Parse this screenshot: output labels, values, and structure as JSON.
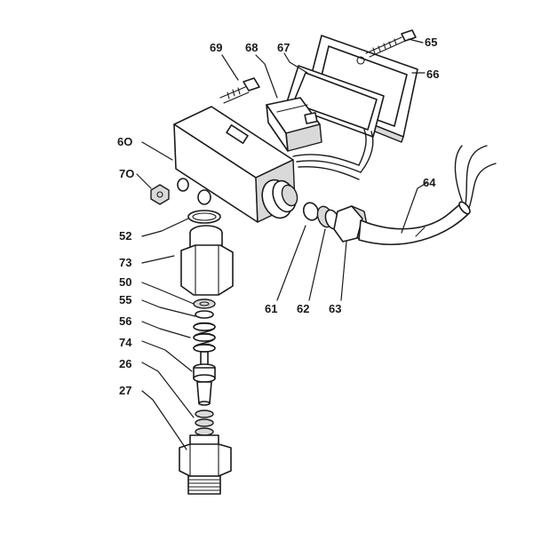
{
  "diagram": {
    "callouts": {
      "c69": "69",
      "c68": "68",
      "c67": "67",
      "c65": "65",
      "c66": "66",
      "c60": "6O",
      "c70": "7O",
      "c64": "64",
      "c52": "52",
      "c73": "73",
      "c50": "50",
      "c55": "55",
      "c56": "56",
      "c74": "74",
      "c26": "26",
      "c27": "27",
      "c61": "61",
      "c62": "62",
      "c63": "63"
    }
  }
}
